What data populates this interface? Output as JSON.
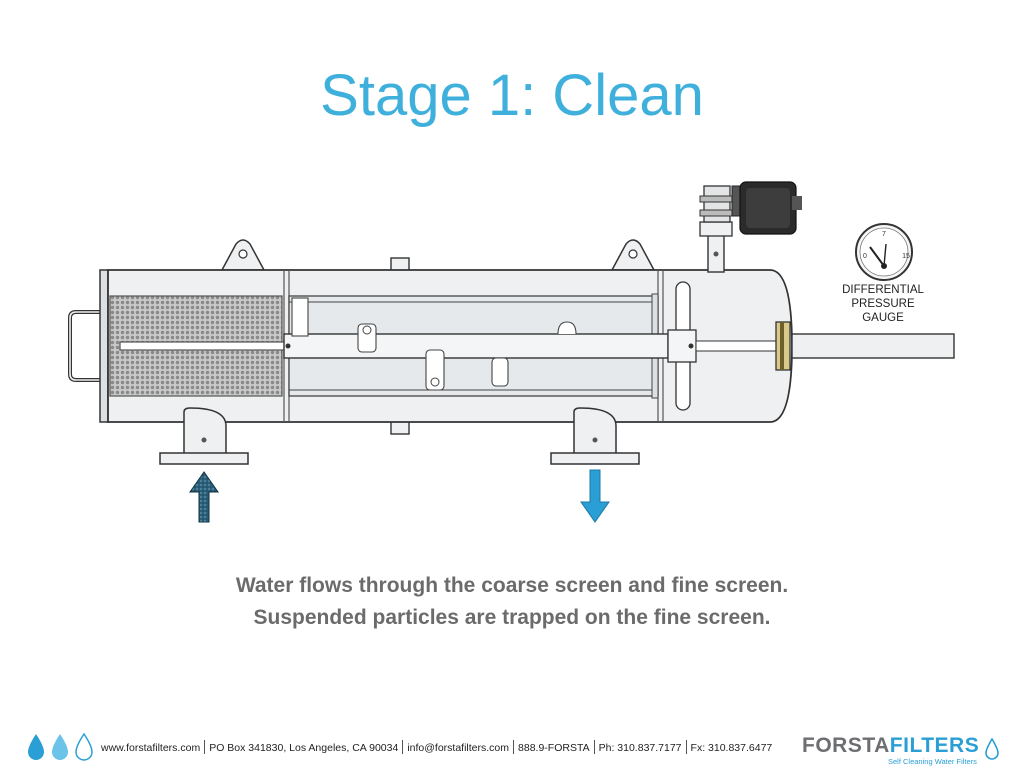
{
  "slide": {
    "title": "Stage 1: Clean",
    "caption_line1": "Water flows through the coarse screen and fine screen.",
    "caption_line2": "Suspended particles are trapped on the fine screen."
  },
  "diagram": {
    "gauge_label_lines": [
      "DIFFERENTIAL",
      "PRESSURE",
      "GAUGE"
    ],
    "gauge_ticks": [
      "0",
      "7",
      "15"
    ],
    "colors": {
      "body": "#eef0f1",
      "outline": "#333333",
      "inlet_arrow": "#2b5f7a",
      "outlet_arrow": "#2a9fd6",
      "screen": "#9a9a9a"
    }
  },
  "footer": {
    "website": "www.forstafilters.com",
    "address": "PO Box 341830, Los Angeles, CA 90034",
    "email": "info@forstafilters.com",
    "phone_vanity": "888.9-FORSTA",
    "phone": "Ph: 310.837.7177",
    "fax": "Fx: 310.837.6477",
    "logo_part1": "FORSTA",
    "logo_part2": "FILTERS",
    "tagline": "Self Cleaning Water Filters",
    "colors": {
      "drop": "#2a9fd6",
      "logo_gray": "#6d6e71",
      "logo_blue": "#2a9fd6"
    }
  }
}
